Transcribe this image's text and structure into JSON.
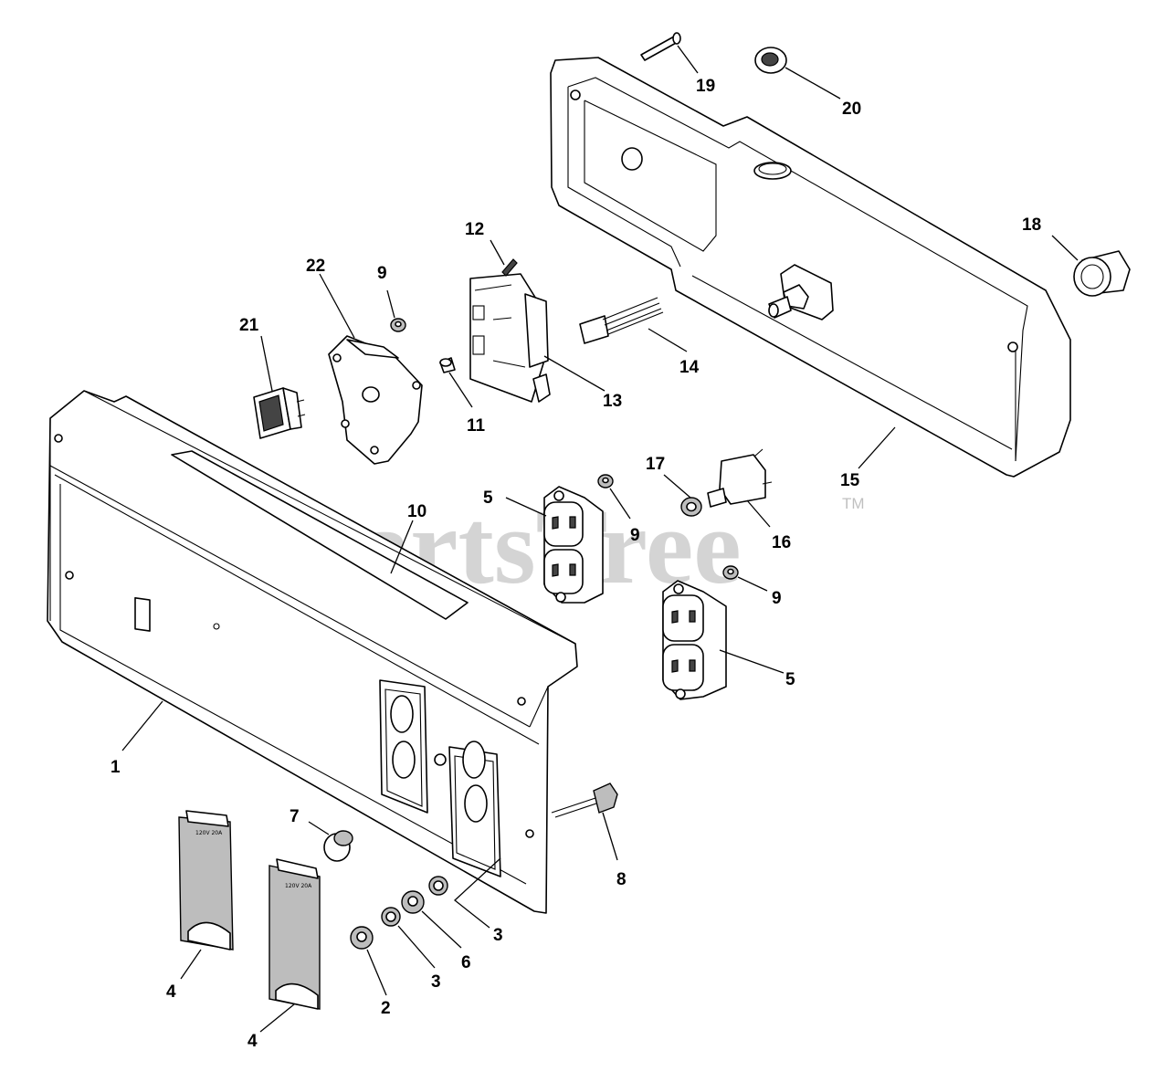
{
  "watermark": {
    "text": "PartsTree",
    "trademark": "TM"
  },
  "callouts": {
    "c1": "1",
    "c2": "2",
    "c3a": "3",
    "c3b": "3",
    "c4a": "4",
    "c4b": "4",
    "c5a": "5",
    "c5b": "5",
    "c6": "6",
    "c7": "7",
    "c8": "8",
    "c9a": "9",
    "c9b": "9",
    "c9c": "9",
    "c10": "10",
    "c11": "11",
    "c12": "12",
    "c13": "13",
    "c14": "14",
    "c15": "15",
    "c16": "16",
    "c17": "17",
    "c18": "18",
    "c19": "19",
    "c20": "20",
    "c21": "21",
    "c22": "22"
  },
  "cover_label": "120V 20A"
}
